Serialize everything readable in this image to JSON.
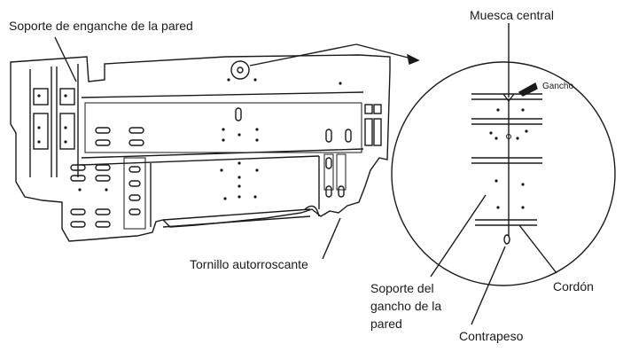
{
  "labels": {
    "mounting_bracket": "Soporte de enganche de la pared",
    "center_notch": "Muesca central",
    "hook": "Gancho",
    "screw": "Tornillo autorroscante",
    "cord": "Cordón",
    "hook_support_line1": "Soporte del",
    "hook_support_line2": "gancho de la",
    "hook_support_line3": "pared",
    "counterweight": "Contrapeso"
  }
}
